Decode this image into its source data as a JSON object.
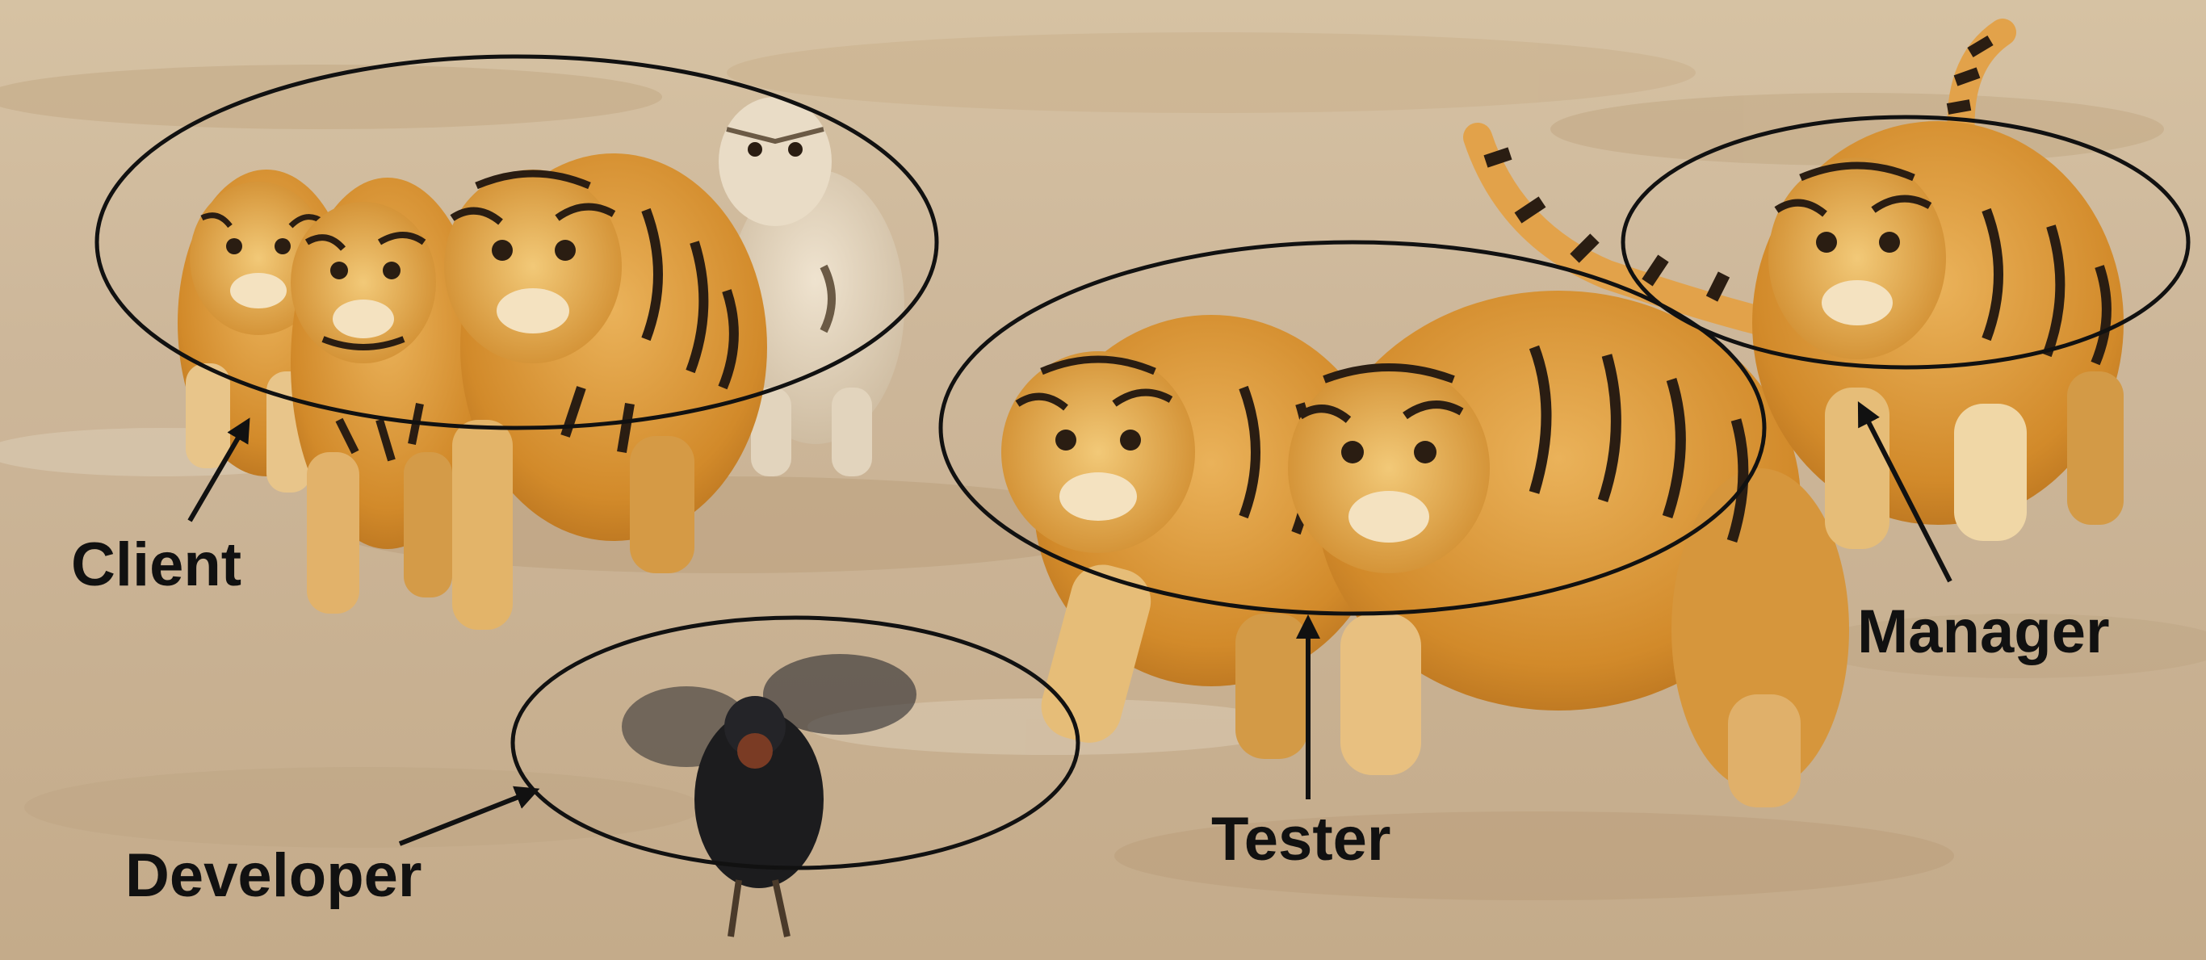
{
  "labels": {
    "client": "Client",
    "developer": "Developer",
    "tester": "Tester",
    "manager": "Manager"
  },
  "colors": {
    "ground": "#cdb79a",
    "ground_light": "#ddd0b8",
    "ground_dark": "#a8916f",
    "tiger_orange": "#d9952e",
    "tiger_light": "#f0d7a6",
    "stripe": "#2a1d12",
    "chicken": "#1c1c1e",
    "outline": "#111111"
  },
  "objects": [
    "client-tigers",
    "tester-tigers",
    "manager-tiger",
    "developer-chicken"
  ]
}
